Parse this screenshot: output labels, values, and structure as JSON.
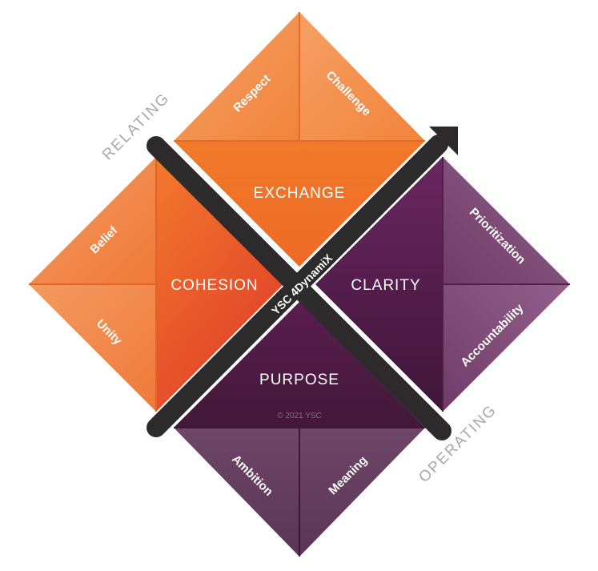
{
  "model": {
    "quadrants": [
      {
        "id": "exchange",
        "label": "EXCHANGE",
        "subs": [
          "Respect",
          "Challenge"
        ]
      },
      {
        "id": "cohesion",
        "label": "COHESION",
        "subs": [
          "Belief",
          "Unity"
        ]
      },
      {
        "id": "clarity",
        "label": "CLARITY",
        "subs": [
          "Prioritization",
          "Accountability"
        ]
      },
      {
        "id": "purpose",
        "label": "PURPOSE",
        "subs": [
          "Ambition",
          "Meaning"
        ]
      }
    ],
    "axis_labels": {
      "relating": "RELATING",
      "operating": "OPERATING"
    },
    "bar_label": "YSC 4DynamiX",
    "copyright": "© 2021 YSC"
  },
  "colors": {
    "orange_light": "#f5925a",
    "orange_main": "#f07a2e",
    "orange_dark": "#e2452a",
    "purple_light": "#8e5a86",
    "purple_main": "#5b2350",
    "purple_dark": "#3f1738",
    "bar": "#2d2a2b",
    "axis_text": "#a7a9ac"
  }
}
